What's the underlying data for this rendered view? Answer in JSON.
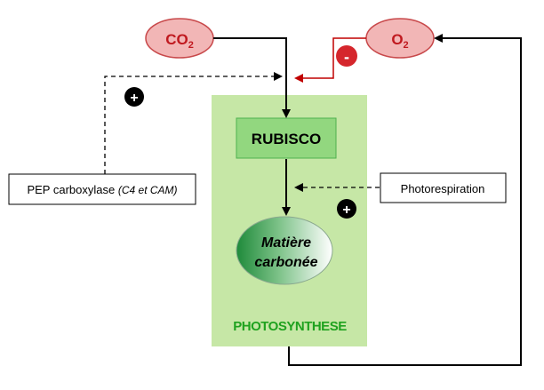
{
  "nodes": {
    "co2": {
      "main": "CO",
      "sub": "2"
    },
    "o2": {
      "main": "O",
      "sub": "2"
    },
    "rubisco": "RUBISCO",
    "matiere_line1": "Matière",
    "matiere_line2": "carbonée",
    "photosynthese": "PHOTOSYNTHESE",
    "pep_main": "PEP carboxylase ",
    "pep_italic": "(C4 et CAM)",
    "photorespiration": "Photorespiration"
  },
  "signs": {
    "minus": "-",
    "plus_left": "+",
    "plus_right": "+"
  },
  "colors": {
    "green_panel": "#c6e7a6",
    "rubisco_fill": "#92d77f",
    "rubisco_border": "#4fb04f",
    "photosynthese_text": "#1fa21f",
    "red_node_fill": "#f2b6b6",
    "red_node_border": "#c8494b",
    "red_text": "#c0191f",
    "red_arrow": "#c00000",
    "minus_badge": "#d5262c"
  }
}
